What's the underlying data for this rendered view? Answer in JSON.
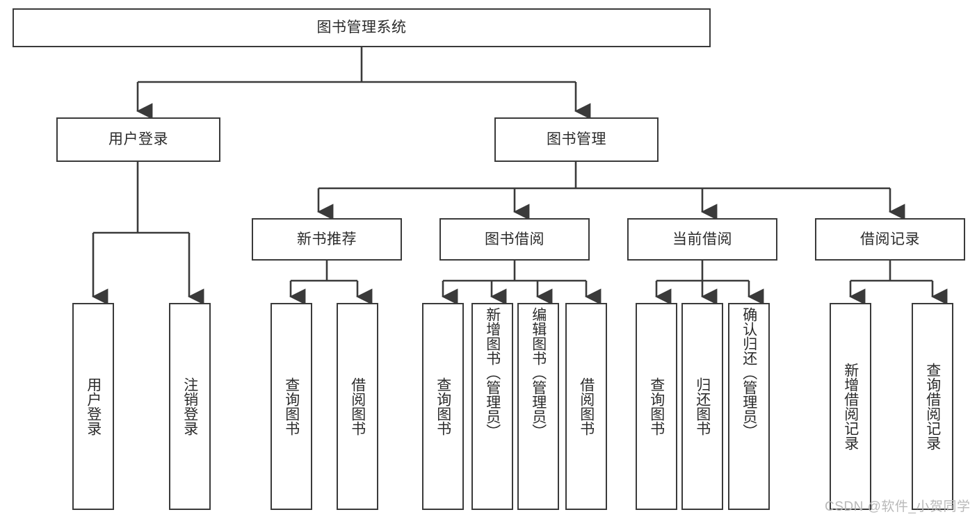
{
  "diagram": {
    "title": "图书管理系统",
    "type": "tree-hierarchy",
    "root": {
      "label": "图书管理系统"
    },
    "level2": [
      {
        "label": "用户登录"
      },
      {
        "label": "图书管理"
      }
    ],
    "level3": [
      {
        "label": "新书推荐"
      },
      {
        "label": "图书借阅"
      },
      {
        "label": "当前借阅"
      },
      {
        "label": "借阅记录"
      }
    ],
    "leaves": {
      "user_login": [
        {
          "label": "用户登录"
        },
        {
          "label": "注销登录"
        }
      ],
      "new_book_recommend": [
        {
          "label": "查询图书"
        },
        {
          "label": "借阅图书"
        }
      ],
      "book_borrow": [
        {
          "label": "查询图书"
        },
        {
          "label": "新增图书（管理员）"
        },
        {
          "label": "编辑图书（管理员）"
        },
        {
          "label": "借阅图书"
        }
      ],
      "current_borrow": [
        {
          "label": "查询图书"
        },
        {
          "label": "归还图书"
        },
        {
          "label": "确认归还（管理员）"
        }
      ],
      "borrow_record": [
        {
          "label": "新增借阅记录"
        },
        {
          "label": "查询借阅记录"
        }
      ]
    }
  },
  "watermark": {
    "text": "CSDN @软件_小贺同学"
  },
  "colors": {
    "border": "#3a3a3a",
    "text": "#2b2b2b",
    "background": "#ffffff",
    "watermark": "#b9b9b9"
  }
}
